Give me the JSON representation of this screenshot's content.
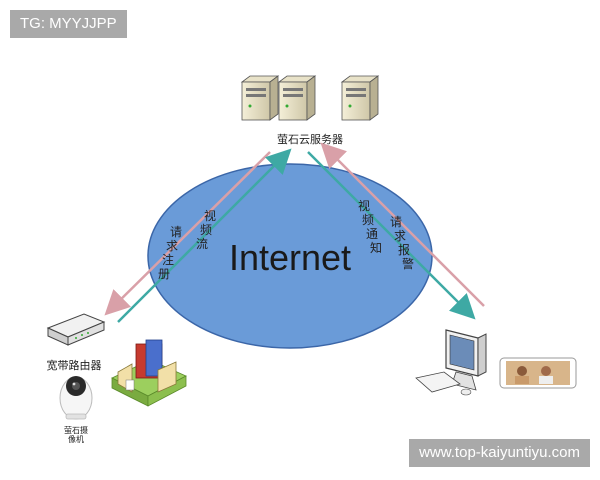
{
  "watermark": {
    "tag": "TG: MYYJJPP",
    "url": "www.top-kaiyuntiyu.com"
  },
  "cloud": {
    "label": "Internet",
    "fill": "#6a9bd8",
    "stroke": "#3b66a8"
  },
  "nodes": {
    "server": "萤石云服务器",
    "router": "宽带路由器",
    "camera": [
      "萤石摄",
      "像机"
    ]
  },
  "flows": {
    "left": {
      "col1": "请求注册",
      "col2": "视频流"
    },
    "right": {
      "col1": "视频通知",
      "col2": "请求报警"
    }
  },
  "colors": {
    "uplink": "#3ea9a4",
    "downlink": "#d9a0a8"
  }
}
